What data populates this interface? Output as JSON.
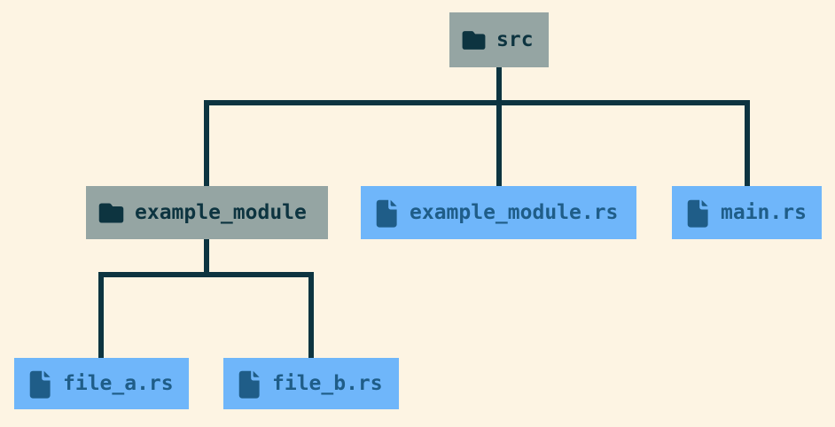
{
  "diagram": {
    "type": "tree",
    "colors": {
      "bg": "#fdf4e3",
      "line": "#0d3440",
      "folder-bg": "#95a5a3",
      "folder-fg": "#0d3440",
      "file-bg": "#6fb6fa",
      "file-fg": "#1f5d88"
    },
    "nodes": [
      {
        "id": "src",
        "kind": "folder",
        "icon": "folder-icon",
        "label": "src"
      },
      {
        "id": "example_module",
        "kind": "folder",
        "icon": "folder-icon",
        "label": "example_module"
      },
      {
        "id": "example_module.rs",
        "kind": "file",
        "icon": "file-icon",
        "label": "example_module.rs"
      },
      {
        "id": "main.rs",
        "kind": "file",
        "icon": "file-icon",
        "label": "main.rs"
      },
      {
        "id": "file_a.rs",
        "kind": "file",
        "icon": "file-icon",
        "label": "file_a.rs"
      },
      {
        "id": "file_b.rs",
        "kind": "file",
        "icon": "file-icon",
        "label": "file_b.rs"
      }
    ],
    "edges": [
      {
        "from": "src",
        "to": "example_module"
      },
      {
        "from": "src",
        "to": "example_module.rs"
      },
      {
        "from": "src",
        "to": "main.rs"
      },
      {
        "from": "example_module",
        "to": "file_a.rs"
      },
      {
        "from": "example_module",
        "to": "file_b.rs"
      }
    ]
  }
}
